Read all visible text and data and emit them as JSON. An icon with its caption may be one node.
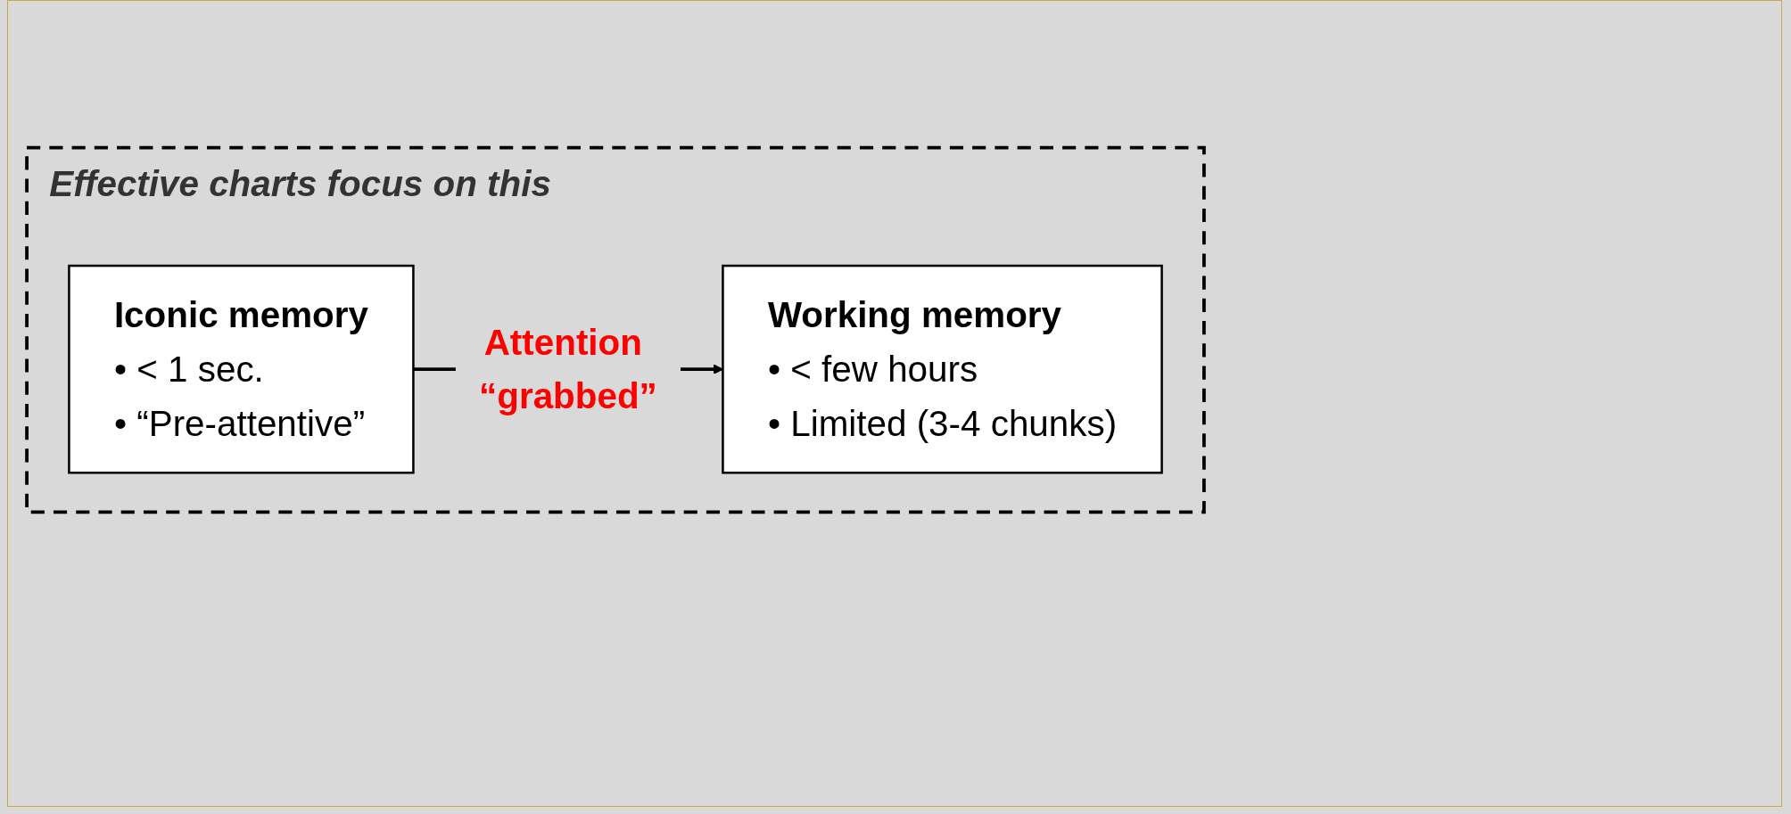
{
  "diagram": {
    "nodes": [
      {
        "text": [
          "Effective charts focus on this"
        ]
      },
      {
        "text": [
          "Iconic memory",
          "• < 1 sec.",
          "• “Pre-attentive”"
        ],
        "in": 0
      },
      {
        "text": [
          "Working memory",
          "• < few hours",
          "• Limited (3-4 chunks)"
        ],
        "in": 0
      }
    ],
    "edges": [
      {
        "from": 1,
        "to": 2,
        "label": "Attention “grabbed”",
        "arrow": "to"
      }
    ]
  }
}
